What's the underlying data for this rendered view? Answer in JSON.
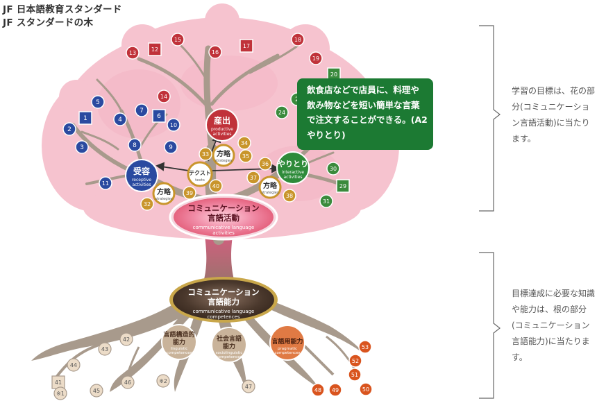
{
  "title_lines": [
    "JF 日本語教育スタンダード",
    "JF スタンダードの木"
  ],
  "callout_text": "飲食店などで店員に、料理や飲み物などを短い簡単な言葉で注文することができる。(A2 やりとり)",
  "side_notes": {
    "flower": "学習の目標は、花の部分(コミュニケーション言語活動)に当たります。",
    "root": "目標達成に必要な知識や能力は、根の部分(コミュニケーション言語能力)に当たります。"
  },
  "nodes": {
    "juyou": {
      "jp": "受容",
      "en": [
        "receptive",
        "activities"
      ]
    },
    "sanshutsu": {
      "jp": "産出",
      "en": [
        "productive",
        "activities"
      ]
    },
    "yaritori": {
      "jp": "やりとり",
      "en": [
        "interactive",
        "activities"
      ]
    },
    "texts": {
      "jp": "テクスト",
      "en": "texts"
    },
    "strategy": {
      "jp": "方略",
      "en": "strategies"
    },
    "comm_activities": {
      "jp": [
        "コミュニケーション",
        "言語活動"
      ],
      "en": [
        "communicative language",
        "activities"
      ]
    },
    "comm_competences": {
      "jp": [
        "コミュニケーション",
        "言語能力"
      ],
      "en": [
        "communicative language",
        "competences"
      ]
    },
    "linguistic": {
      "jp": [
        "言語構造的",
        "能力"
      ],
      "en": [
        "linguistic",
        "competences"
      ]
    },
    "sociolinguistic": {
      "jp": [
        "社会言語",
        "能力"
      ],
      "en": [
        "sociolinguistic",
        "competences"
      ]
    },
    "pragmatic": {
      "jp": "言語用能力",
      "en": [
        "pragmatic",
        "competences"
      ]
    }
  },
  "leaves": [
    {
      "label": "1",
      "shape": "square",
      "color": "#2a4aa0"
    },
    {
      "label": "2",
      "shape": "circle",
      "color": "#2a4aa0"
    },
    {
      "label": "3",
      "shape": "circle",
      "color": "#2a4aa0"
    },
    {
      "label": "4",
      "shape": "circle",
      "color": "#2a4aa0"
    },
    {
      "label": "5",
      "shape": "circle",
      "color": "#2a4aa0"
    },
    {
      "label": "6",
      "shape": "square",
      "color": "#2a4aa0"
    },
    {
      "label": "7",
      "shape": "circle",
      "color": "#2a4aa0"
    },
    {
      "label": "8",
      "shape": "circle",
      "color": "#2a4aa0"
    },
    {
      "label": "9",
      "shape": "circle",
      "color": "#2a4aa0"
    },
    {
      "label": "10",
      "shape": "circle",
      "color": "#2a4aa0"
    },
    {
      "label": "11",
      "shape": "circle",
      "color": "#2a4aa0"
    },
    {
      "label": "12",
      "shape": "square",
      "color": "#c0323a"
    },
    {
      "label": "13",
      "shape": "circle",
      "color": "#c0323a"
    },
    {
      "label": "14",
      "shape": "circle",
      "color": "#c0323a"
    },
    {
      "label": "15",
      "shape": "circle",
      "color": "#c0323a"
    },
    {
      "label": "16",
      "shape": "circle",
      "color": "#c0323a"
    },
    {
      "label": "17",
      "shape": "square",
      "color": "#c0323a"
    },
    {
      "label": "18",
      "shape": "circle",
      "color": "#c0323a"
    },
    {
      "label": "19",
      "shape": "circle",
      "color": "#c0323a"
    },
    {
      "label": "20",
      "shape": "square",
      "color": "#3a8a3c"
    },
    {
      "label": "24",
      "shape": "circle",
      "color": "#3a8a3c"
    },
    {
      "label": "2",
      "shape": "circle",
      "color": "#3a8a3c"
    },
    {
      "label": "29",
      "shape": "square",
      "color": "#3a8a3c"
    },
    {
      "label": "30",
      "shape": "circle",
      "color": "#3a8a3c"
    },
    {
      "label": "31",
      "shape": "circle",
      "color": "#3a8a3c"
    },
    {
      "label": "32",
      "shape": "circle",
      "color": "#c9952b"
    },
    {
      "label": "33",
      "shape": "circle",
      "color": "#c9952b"
    },
    {
      "label": "34",
      "shape": "circle",
      "color": "#c9952b"
    },
    {
      "label": "35",
      "shape": "circle",
      "color": "#c9952b"
    },
    {
      "label": "36",
      "shape": "circle",
      "color": "#c9952b"
    },
    {
      "label": "37",
      "shape": "circle",
      "color": "#c9952b"
    },
    {
      "label": "38",
      "shape": "circle",
      "color": "#c9952b"
    },
    {
      "label": "39",
      "shape": "circle",
      "color": "#c9952b"
    },
    {
      "label": "40",
      "shape": "circle",
      "color": "#c9952b"
    },
    {
      "label": "41",
      "shape": "square",
      "color": "#ecdcc8"
    },
    {
      "label": "※1",
      "shape": "circle",
      "color": "#ecdcc8"
    },
    {
      "label": "42",
      "shape": "circle",
      "color": "#ecdcc8"
    },
    {
      "label": "43",
      "shape": "circle",
      "color": "#ecdcc8"
    },
    {
      "label": "44",
      "shape": "circle",
      "color": "#ecdcc8"
    },
    {
      "label": "45",
      "shape": "circle",
      "color": "#ecdcc8"
    },
    {
      "label": "46",
      "shape": "circle",
      "color": "#ecdcc8"
    },
    {
      "label": "※2",
      "shape": "circle",
      "color": "#ecdcc8"
    },
    {
      "label": "47",
      "shape": "circle",
      "color": "#ecdcc8"
    },
    {
      "label": "48",
      "shape": "circle",
      "color": "#d9541e"
    },
    {
      "label": "49",
      "shape": "circle",
      "color": "#d9541e"
    },
    {
      "label": "50",
      "shape": "circle",
      "color": "#d9541e"
    },
    {
      "label": "51",
      "shape": "circle",
      "color": "#d9541e"
    },
    {
      "label": "52",
      "shape": "circle",
      "color": "#d9541e"
    },
    {
      "label": "53",
      "shape": "circle",
      "color": "#d9541e"
    }
  ],
  "colors": {
    "blossom": "#f6c3cf",
    "blossom_dark": "#f0a9ba",
    "trunk": "#a89a8c",
    "trunk_dark": "#8c7d70",
    "receptive": "#2a4aa0",
    "productive": "#c0323a",
    "interactive": "#2e8b3a",
    "strategy": "#c9952b",
    "callout": "#1c7a33",
    "pragmatic": "#d9541e",
    "competence": "#5a4636"
  }
}
